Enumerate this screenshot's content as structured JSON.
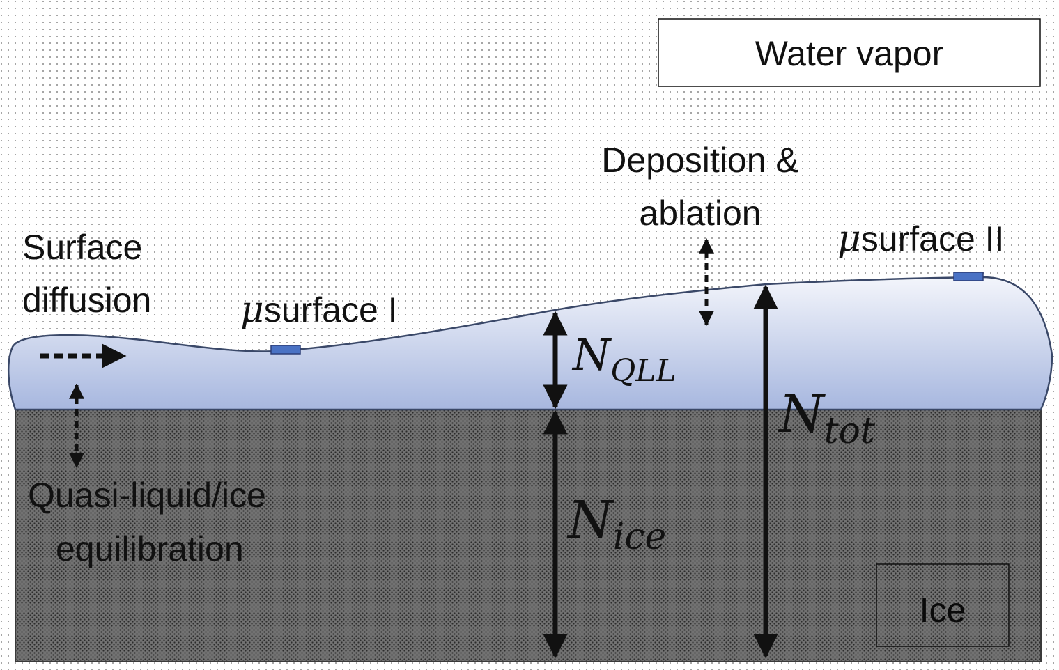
{
  "regions": {
    "vapor_label": "Water vapor",
    "ice_label": "Ice"
  },
  "processes": {
    "surface_diffusion": [
      "Surface",
      "diffusion"
    ],
    "deposition": [
      "Deposition &",
      "ablation"
    ],
    "equilibration": [
      "Quasi-liquid/ice",
      "equilibration"
    ]
  },
  "microsurfaces": {
    "first": {
      "symbol": "μ",
      "text": "surface I"
    },
    "second": {
      "symbol": "μ",
      "text": "surface II"
    }
  },
  "quantities": {
    "qll": {
      "symbol": "N",
      "subscript": "QLL"
    },
    "ice": {
      "symbol": "N",
      "subscript": "ice"
    },
    "tot": {
      "symbol": "N",
      "subscript": "tot"
    }
  },
  "colors": {
    "ice_fill": "#6b6b6b",
    "ice_dots": "#2c2c2c",
    "qll_top": "#f3f5fb",
    "qll_bottom": "#a7b7df",
    "outline": "#3a4868",
    "marker": "#4a72c4",
    "vapor_dots": "#8a8a8a"
  }
}
